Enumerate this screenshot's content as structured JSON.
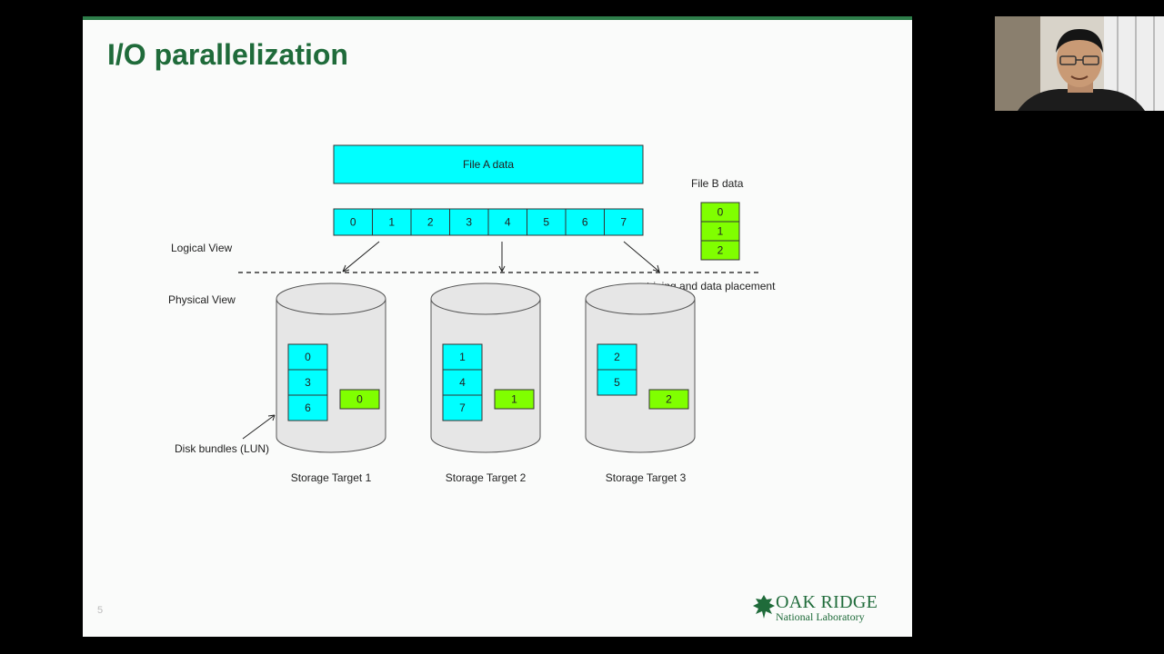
{
  "slide": {
    "title": "I/O parallelization",
    "page_number": "5"
  },
  "diagram": {
    "file_a": {
      "label": "File A data",
      "blocks": [
        "0",
        "1",
        "2",
        "3",
        "4",
        "5",
        "6",
        "7"
      ]
    },
    "file_b": {
      "label": "File B data",
      "blocks": [
        "0",
        "1",
        "2"
      ]
    },
    "logical_view_label": "Logical View",
    "physical_view_label": "Physical View",
    "striping_label": "striping and data placement",
    "disk_bundles_label": "Disk bundles (LUN)",
    "targets": [
      {
        "label": "Storage Target 1",
        "a_blocks": [
          "0",
          "3",
          "6"
        ],
        "b_block": "0"
      },
      {
        "label": "Storage Target 2",
        "a_blocks": [
          "1",
          "4",
          "7"
        ],
        "b_block": "1"
      },
      {
        "label": "Storage Target 3",
        "a_blocks": [
          "2",
          "5"
        ],
        "b_block": "2"
      }
    ],
    "colors": {
      "file_a": "#00ffff",
      "file_b": "#80ff00",
      "cylinder": "#e6e6e6",
      "title": "#1f6b3a"
    }
  },
  "logo": {
    "line1": "OAK RIDGE",
    "line2": "National Laboratory"
  },
  "webcam": {
    "icon": "presenter-video-feed"
  }
}
